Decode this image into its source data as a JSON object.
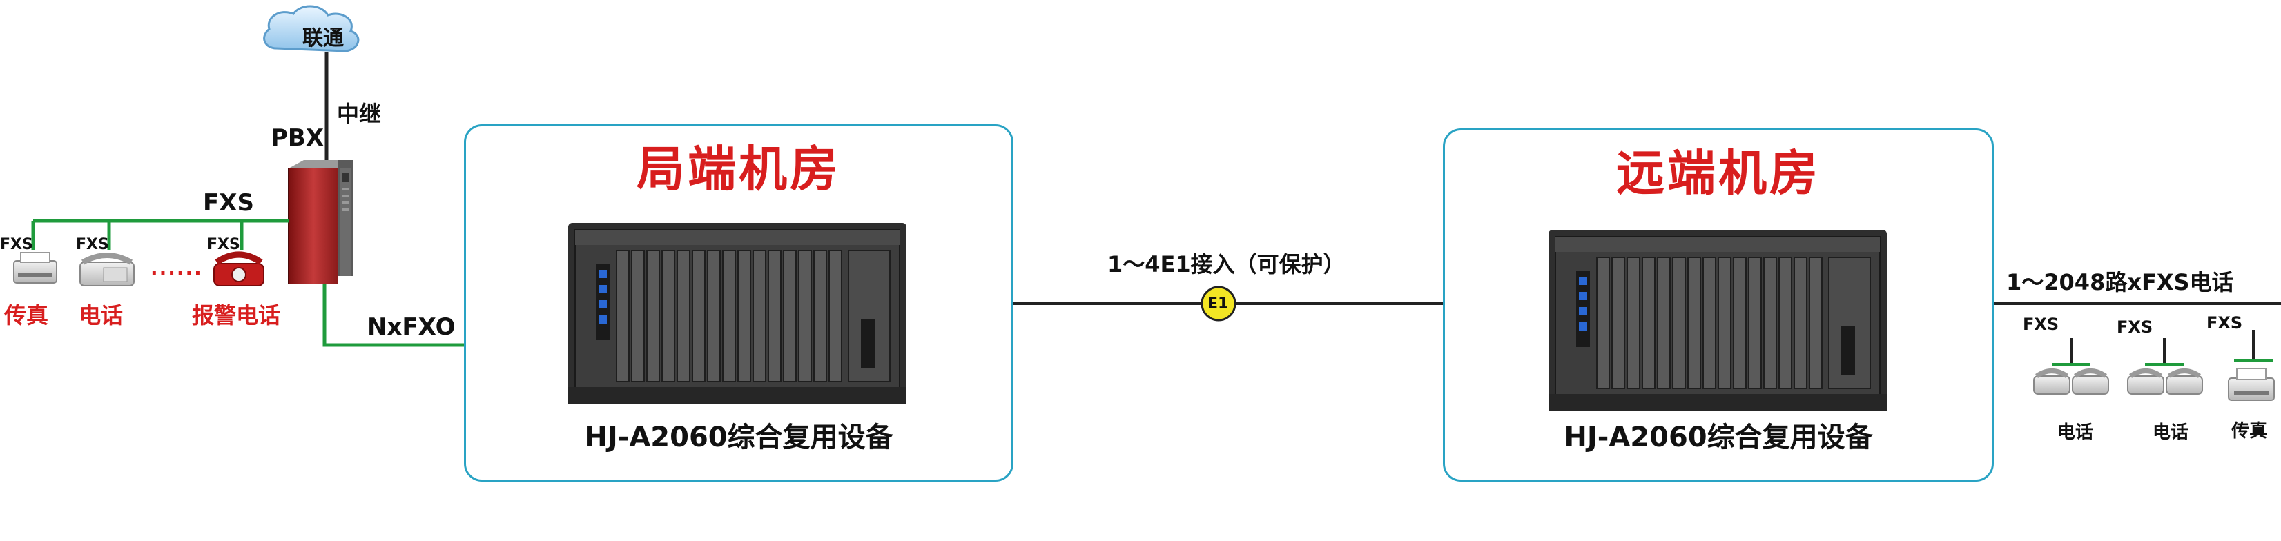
{
  "network": {
    "cloud_label": "联通",
    "trunk_label": "中继",
    "pbx_label": "PBX",
    "fxs_header": "FXS",
    "nxfxo_label": "NxFXO"
  },
  "local_phones": [
    {
      "port": "FXS",
      "name": "传真"
    },
    {
      "port": "FXS",
      "name": "电话"
    },
    {
      "port": "FXS",
      "name": "报警电话"
    }
  ],
  "ellipsis": "......",
  "local_room": {
    "title": "局端机房",
    "device": "HJ-A2060综合复用设备"
  },
  "remote_room": {
    "title": "远端机房",
    "device": "HJ-A2060综合复用设备"
  },
  "link": {
    "label": "1～4E1接入（可保护）",
    "badge": "E1"
  },
  "remote_terminals": {
    "header": "1～2048路xFXS电话",
    "items": [
      {
        "port": "FXS",
        "name": "电话"
      },
      {
        "port": "FXS",
        "name": "电话"
      },
      {
        "port": "FXS",
        "name": "传真"
      }
    ]
  },
  "colors": {
    "green_line": "#1f9b3c",
    "black_line": "#222222",
    "accent_red": "#d81e1e",
    "room_border": "#29a3c4",
    "badge_yellow": "#f3e624"
  }
}
